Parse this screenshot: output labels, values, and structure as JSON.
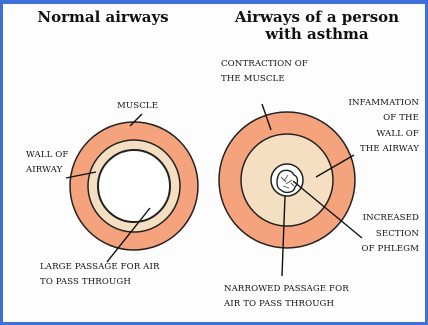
{
  "titles": {
    "normal": "Normal airways",
    "asthma_line1": "Airways of a person",
    "asthma_line2": "with asthma"
  },
  "labels": {
    "muscle": "MUSCLE",
    "wall_line1": "WALL OF",
    "wall_line2": "AIRWAY",
    "large_passage_line1": "LARGE PASSAGE FOR AIR",
    "large_passage_line2": "TO PASS THROUGH",
    "contraction_line1": "CONTRACTION OF",
    "contraction_line2": "THE MUSCLE",
    "inflammation_line1": "INFAMMATION",
    "inflammation_line2": "OF THE",
    "inflammation_line3": "WALL OF",
    "inflammation_line4": "THE AIRWAY",
    "phlegm_line1": "INCREASED",
    "phlegm_line2": "SECTION",
    "phlegm_line3": "OF PHLEGM",
    "narrowed_line1": "NARROWED PASSAGE FOR",
    "narrowed_line2": "AIR TO PASS THROUGH"
  },
  "colors": {
    "muscle": "#f4a37c",
    "wall": "#f5dfc2",
    "passage": "#ffffff",
    "outline": "#222222",
    "frame": "#3f6fd8"
  }
}
